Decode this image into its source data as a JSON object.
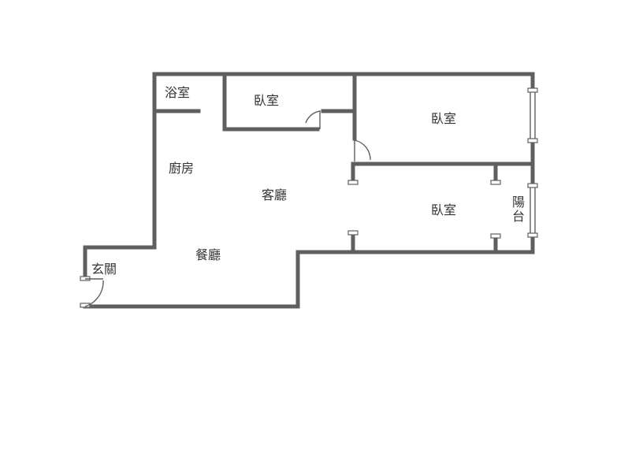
{
  "floorplan": {
    "rooms": {
      "bathroom": "浴室",
      "bedroom_1": "臥室",
      "bedroom_2": "臥室",
      "bedroom_3": "臥室",
      "kitchen": "廚房",
      "living_room": "客廳",
      "dining_room": "餐廳",
      "entrance": "玄關",
      "balcony_char_1": "陽",
      "balcony_char_2": "台"
    }
  },
  "colors": {
    "wall": "#5f5f5f",
    "text": "#333333",
    "background": "#ffffff"
  }
}
